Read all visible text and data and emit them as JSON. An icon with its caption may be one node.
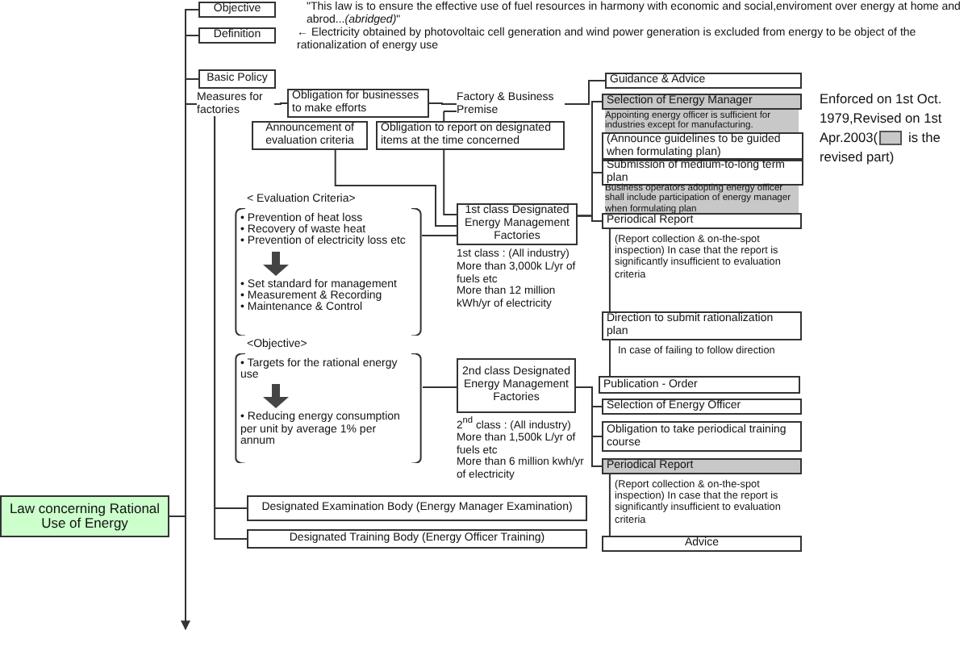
{
  "diagram": {
    "nodes": [
      {
        "text": [
          "Law concerning Rational Use of Energy"
        ]
      },
      {
        "text": [
          "Objective"
        ],
        "beside": [
          "\"This law is to ensure the effective use of fuel resources in harmony with economic and social,enviroment over energy at home and abrod...*(abridged)*\""
        ]
      },
      {
        "text": [
          "Definition"
        ],
        "beside": [
          "← Electricity obtained by photovoltaic cell generation and wind power generation is excluded from energy to be object of the rationalization of energy use"
        ]
      },
      {
        "text": [
          "Basic Policy"
        ]
      },
      {
        "text": [
          "Measures for factories"
        ]
      },
      {
        "text": [
          "Obligation for businesses to make efforts"
        ]
      },
      {
        "text": [
          "Factory & Business Premise"
        ]
      },
      {
        "text": [
          "Announcement of evaluation criteria"
        ]
      },
      {
        "text": [
          "Obligation to report on designated items at the time concerned"
        ]
      },
      {
        "text": [
          "< Evaluation Criteria>",
          "• Prevention of heat loss",
          "• Recovery of waste heat",
          "• Prevention of electricity loss etc",
          "• Set standard for management",
          "• Measurement & Recording",
          "• Maintenance & Control"
        ]
      },
      {
        "text": [
          "<Objective>",
          "• Targets for the rational energy use",
          "• Reducing energy consumption per unit by average 1% per annum"
        ]
      },
      {
        "text": [
          "1st class Designated Energy Management Factories"
        ],
        "beside": [
          "1st class : (All industry)",
          "More than 3,000k L/yr of fuels etc",
          "More than 12 million kWh/yr of electricity"
        ]
      },
      {
        "text": [
          "2nd class Designated Energy Management Factories"
        ],
        "beside": [
          "2$^{nd}$ class : (All industry)",
          "More than 1,500k L/yr of fuels etc",
          "More than 6 million kwh/yr of electricity"
        ]
      },
      {
        "text": [
          "Guidance & Advice"
        ]
      },
      {
        "text": [
          "Selection of Energy Manager"
        ]
      },
      {
        "text": [
          "Appointing energy officer is sufficient for industries except for manufacturing."
        ]
      },
      {
        "text": [
          "(Announce guidelines to be guided when formulating plan)"
        ]
      },
      {
        "text": [
          "Submission of medium-to-long term plan"
        ]
      },
      {
        "text": [
          "Business operators adopting energy officer shall include participation of energy manager when formulating plan"
        ]
      },
      {
        "text": [
          "Periodical Report"
        ]
      },
      {
        "text": [
          "Direction to submit rationalization plan"
        ]
      },
      {
        "text": [
          "Publication - Order"
        ]
      },
      {
        "text": [
          "Selection of Energy Officer"
        ]
      },
      {
        "text": [
          "Obligation to take periodical training course"
        ]
      },
      {
        "text": [
          "Periodical Report"
        ]
      },
      {
        "text": [
          "Advice"
        ]
      },
      {
        "text": [
          "Designated Examination Body (Energy Manager Examination)"
        ]
      },
      {
        "text": [
          "Designated Training Body (Energy Officer Training)"
        ]
      }
    ],
    "edges": [
      {
        "from": 0,
        "to": 1,
        "arrow": "none"
      },
      {
        "from": 0,
        "to": 2,
        "arrow": "none"
      },
      {
        "from": 0,
        "to": 3,
        "arrow": "none"
      },
      {
        "from": 0,
        "to": 4,
        "arrow": "none"
      },
      {
        "from": 0,
        "to": null,
        "arrow": "to"
      },
      {
        "from": 4,
        "to": 5,
        "arrow": "none"
      },
      {
        "from": 5,
        "to": 6,
        "arrow": "none"
      },
      {
        "from": 6,
        "to": 13,
        "arrow": "none"
      },
      {
        "from": 6,
        "to": 8,
        "arrow": "none"
      },
      {
        "from": 8,
        "to": 11,
        "arrow": "none"
      },
      {
        "from": 7,
        "to": 11,
        "arrow": "none"
      },
      {
        "from": 9,
        "to": 11,
        "arrow": "none"
      },
      {
        "from": 10,
        "to": 12,
        "arrow": "none"
      },
      {
        "from": 11,
        "to": 14,
        "arrow": "none"
      },
      {
        "from": 11,
        "to": 17,
        "arrow": "none"
      },
      {
        "from": 11,
        "to": 19,
        "arrow": "none"
      },
      {
        "from": 19,
        "to": 20,
        "arrow": "none",
        "label": "(Report collection & on-the-spot inspection) In case that the report is significantly insufficient to evaluation criteria"
      },
      {
        "from": 20,
        "to": 21,
        "arrow": "none",
        "label": "In case of failing to follow direction"
      },
      {
        "from": 12,
        "to": 22,
        "arrow": "none"
      },
      {
        "from": 12,
        "to": 23,
        "arrow": "none"
      },
      {
        "from": 12,
        "to": 24,
        "arrow": "none"
      },
      {
        "from": 24,
        "to": 25,
        "arrow": "none",
        "label": "(Report collection & on-the-spot inspection) In case that the report is significantly insufficient to evaluation criteria"
      },
      {
        "from": 4,
        "to": 26,
        "arrow": "none"
      },
      {
        "from": 4,
        "to": 27,
        "arrow": "none"
      }
    ],
    "labels": [
      "Enforced on 1st Oct. 1979,Revised on 1st Apr.2003("
    ],
    "legend": [
      {
        "text": "is the revised part)",
        "color": "#c8c8c8"
      }
    ]
  }
}
